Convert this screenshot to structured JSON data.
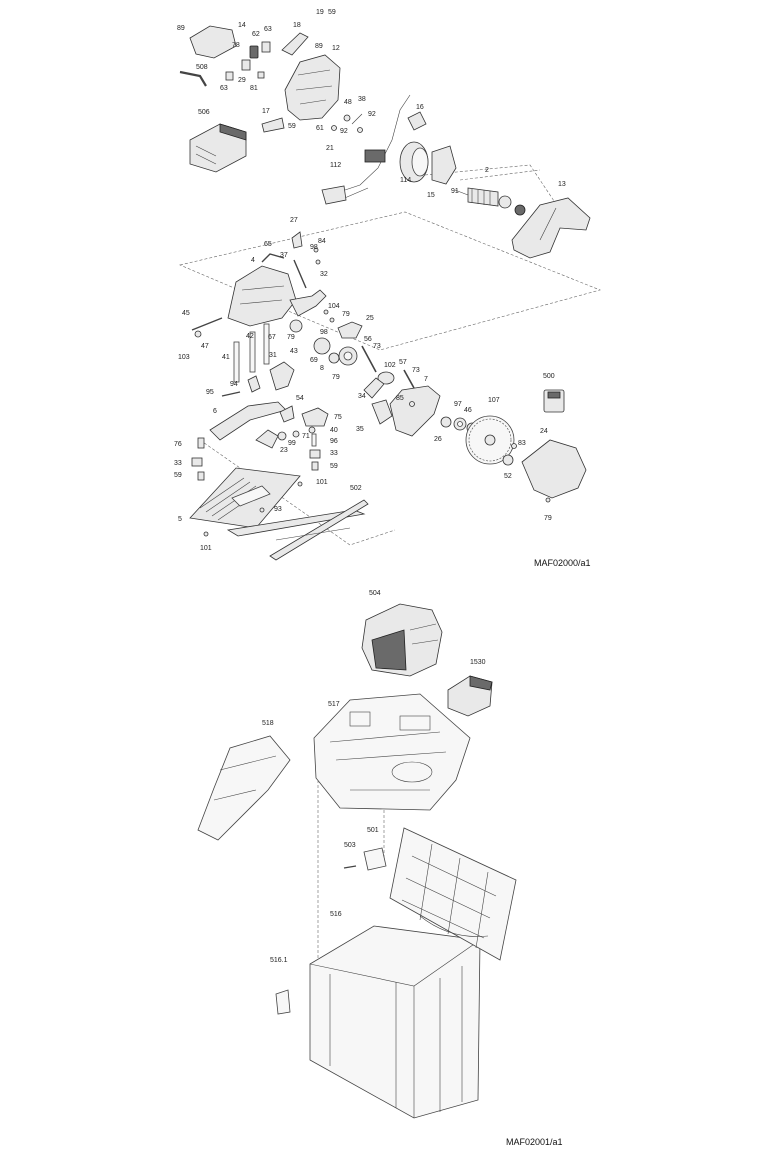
{
  "diagram_codes": {
    "upper": "MAF02000/a1",
    "lower": "MAF02001/a1"
  },
  "upper_labels": [
    "89",
    "14",
    "19",
    "59",
    "18",
    "62",
    "63",
    "89",
    "12",
    "78",
    "508",
    "29",
    "81",
    "63",
    "506",
    "17",
    "59",
    "48",
    "38",
    "16",
    "61",
    "92",
    "92",
    "21",
    "112",
    "114",
    "15",
    "91",
    "2",
    "13",
    "27",
    "84",
    "98",
    "65",
    "37",
    "32",
    "4",
    "45",
    "42",
    "67",
    "104",
    "79",
    "98",
    "25",
    "43",
    "79",
    "47",
    "103",
    "41",
    "31",
    "69",
    "8",
    "56",
    "73",
    "79",
    "102",
    "57",
    "73",
    "7",
    "95",
    "94",
    "54",
    "6",
    "75",
    "34",
    "85",
    "97",
    "107",
    "500",
    "40",
    "71",
    "96",
    "99",
    "76",
    "23",
    "33",
    "33",
    "59",
    "59",
    "35",
    "26",
    "46",
    "24",
    "83",
    "52",
    "101",
    "502",
    "93",
    "5",
    "79",
    "101"
  ],
  "lower_labels": [
    "504",
    "1530",
    "517",
    "518",
    "501",
    "503",
    "516",
    "516.1"
  ]
}
